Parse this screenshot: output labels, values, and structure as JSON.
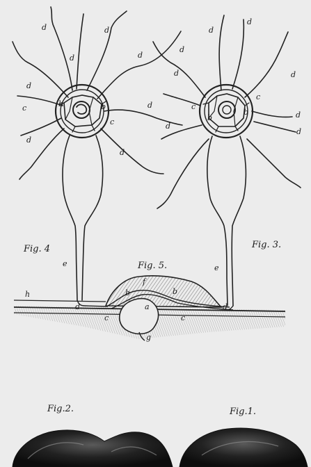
{
  "plate": {
    "figures": {
      "fig1": "Fig.1.",
      "fig2": "Fig.2.",
      "fig3": "Fig. 3.",
      "fig4": "Fig. 4",
      "fig5": "Fig. 5."
    },
    "letters": {
      "a": "a",
      "b": "b",
      "c": "c",
      "d": "d",
      "e": "e",
      "f": "f",
      "g": "g",
      "h": "h"
    }
  }
}
